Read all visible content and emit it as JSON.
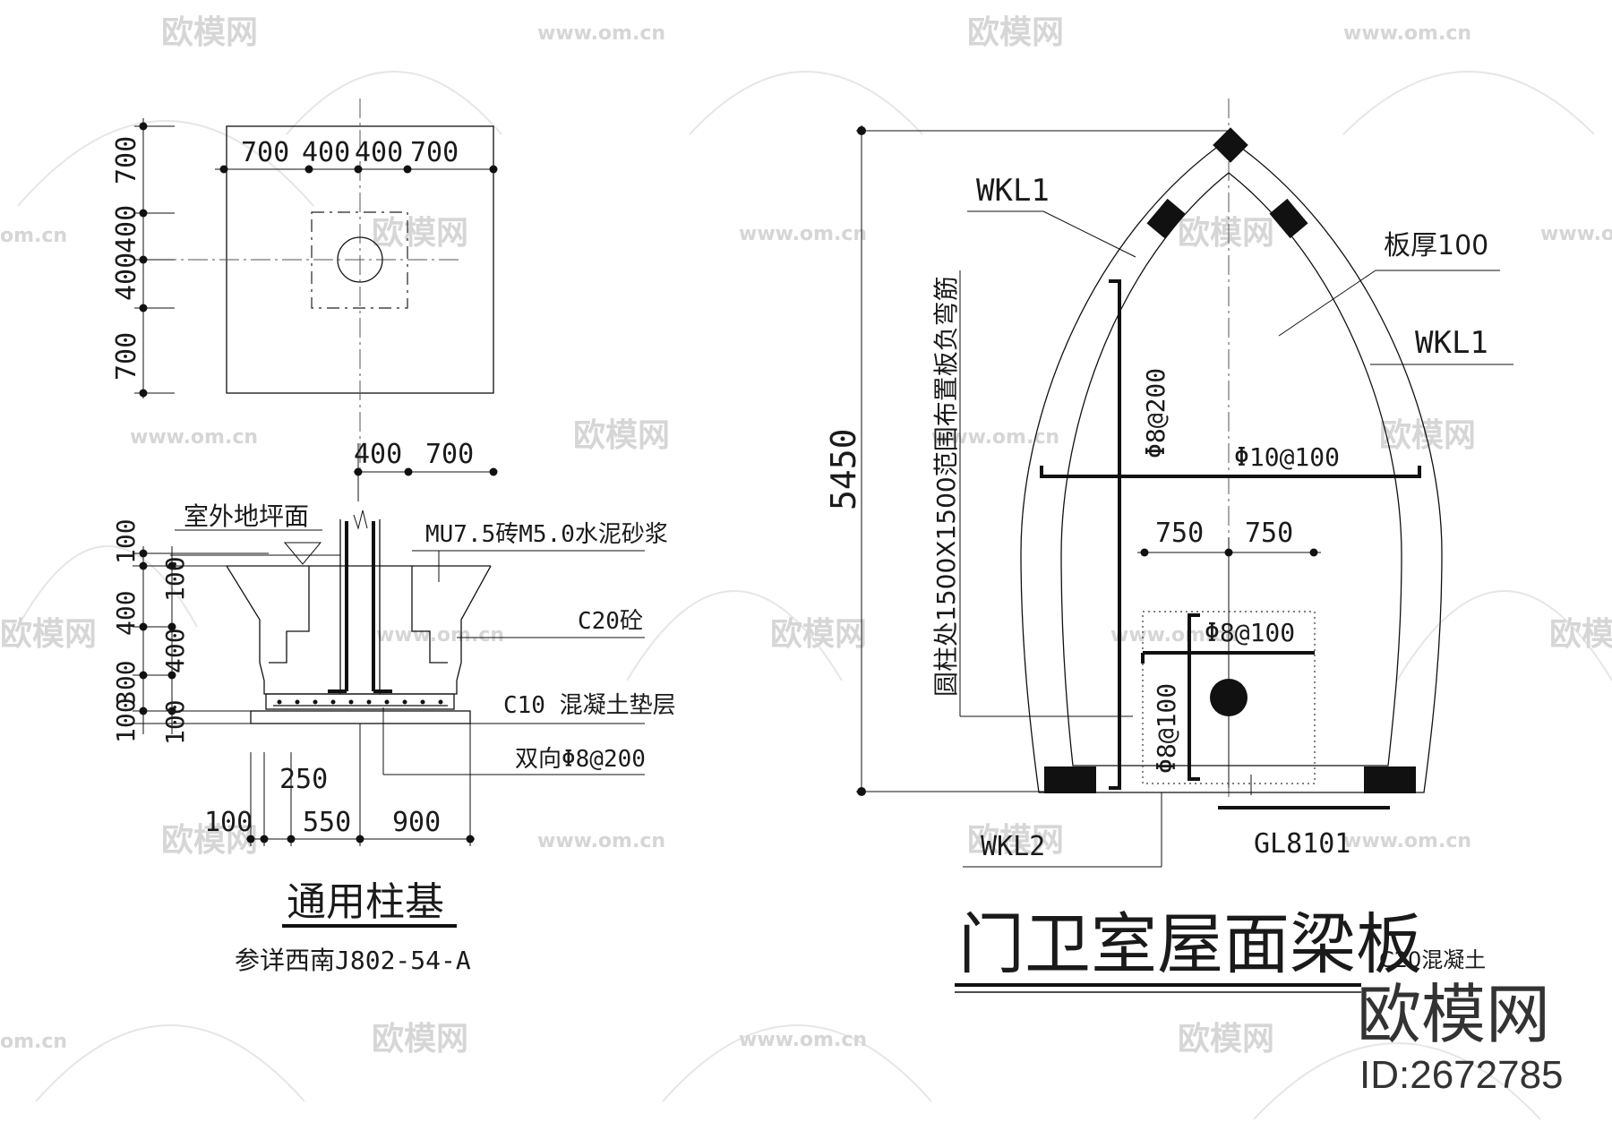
{
  "watermark": {
    "brand": "欧模网",
    "url": "www.om.cn",
    "domain": "om.cn"
  },
  "left": {
    "plan_top_dims": [
      "700",
      "400",
      "400",
      "700"
    ],
    "plan_left_dims": [
      "700",
      "400",
      "400",
      "700"
    ],
    "section_top_dims": [
      "400",
      "700"
    ],
    "ground_label": "室外地坪面",
    "brick_label": "MU7.5砖M5.0水泥砂浆",
    "concrete_label": "C20砼",
    "cushion_label": "C10 混凝土垫层",
    "rebar_label": "双向Φ8@200",
    "section_left_dims_outer": [
      "100",
      "400",
      "300",
      "100"
    ],
    "section_left_dims_inner": [
      "100",
      "400",
      "100"
    ],
    "section_bottom_dim_top": "250",
    "section_bottom_dims": [
      "100",
      "550",
      "900"
    ],
    "title": "通用柱基",
    "subtitle": "参详西南J802-54-A"
  },
  "right": {
    "label_wkl1_left": "WKL1",
    "label_wkl1_right": "WKL1",
    "label_slab": "板厚100",
    "vertical_note": "圆柱处1500X1500范围布置板负弯筋",
    "dim_total": "5450",
    "rebar_v": "Φ8@200",
    "rebar_h": "Φ10@100",
    "dims_mid": [
      "750",
      "750"
    ],
    "rebar_col_top": "Φ8@100",
    "rebar_col_left": "Φ8@100",
    "label_wkl2": "WKL2",
    "label_gl": "GL8101",
    "title": "门卫室屋面梁板",
    "note": "C20混凝土"
  },
  "brand_logo": {
    "name": "欧模网",
    "id": "ID:2672785"
  }
}
